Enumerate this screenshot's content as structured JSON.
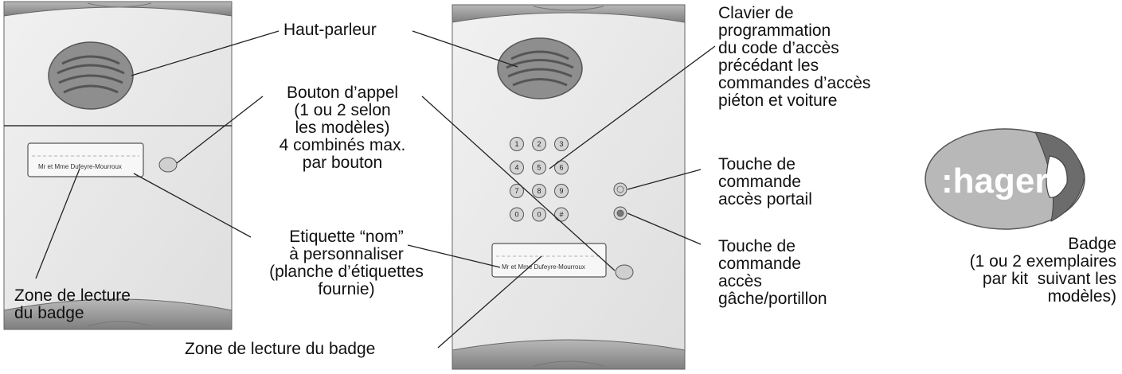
{
  "labels": {
    "speaker": "Haut-parleur",
    "call_button": "Bouton d’appel\n(1 ou 2 selon\nles modèles)\n4 combinés max.\npar bouton",
    "name_tag": "Etiquette “nom”\nà personnaliser\n(planche d’étiquettes\nfournie)",
    "badge_zone_left": "Zone de lecture\ndu badge",
    "badge_zone_center": "Zone de lecture du badge",
    "keypad": "Clavier de\nprogrammation\ndu code d’accès\nprécédant les\ncommandes d’accès\npiéton et voiture",
    "gate_key": "Touche de\ncommande\naccès portail",
    "strike_key": "Touche de\ncommande\naccès\ngâche/portillon",
    "badge": "Badge\n(1 ou 2 exemplaires\npar kit  suivant les\nmodèles)"
  },
  "panel_tag_text": "Mr et Mme Dufeyre-Mourroux",
  "keypad_keys": [
    "1",
    "2",
    "3",
    "4",
    "5",
    "6",
    "7",
    "8",
    "9",
    "0",
    "0",
    "#"
  ],
  "logo_text": ":hager",
  "colors": {
    "panel_fill": "#e6e6e6",
    "panel_stroke": "#555555",
    "band_fill": "#9a9a9a",
    "speaker_fill": "#8a8a8a",
    "fob_fill": "#b5b5b5",
    "fob_loop": "#6c6c6c"
  }
}
